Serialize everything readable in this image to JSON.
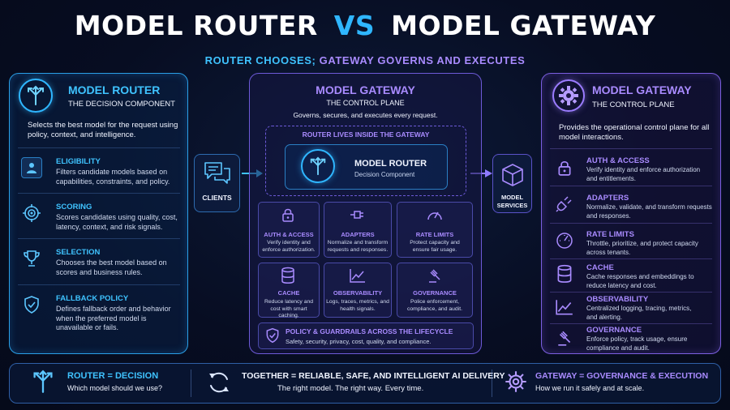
{
  "title": {
    "left": "MODEL ROUTER",
    "vs": "VS",
    "right": "MODEL GATEWAY"
  },
  "subtitle": {
    "a": "ROUTER CHOOSES;",
    "b": "GATEWAY GOVERNS AND EXECUTES"
  },
  "router": {
    "title": "MODEL ROUTER",
    "subtitle": "THE DECISION COMPONENT",
    "desc": "Selects the best model for the request using policy, context, and intelligence.",
    "items": [
      {
        "label": "ELIGIBILITY",
        "desc": "Filters candidate models based on capabilities, constraints, and policy.",
        "icon": "user-icon"
      },
      {
        "label": "SCORING",
        "desc": "Scores candidates using quality, cost, latency, context, and risk signals.",
        "icon": "target-icon"
      },
      {
        "label": "SELECTION",
        "desc": "Chooses the best model based on scores and business rules.",
        "icon": "trophy-icon"
      },
      {
        "label": "FALLBACK POLICY",
        "desc": "Defines fallback order and behavior when the preferred model is unavailable or fails.",
        "icon": "shield-check-icon"
      }
    ]
  },
  "clients": {
    "label": "CLIENTS"
  },
  "model_services": {
    "label1": "MODEL",
    "label2": "SERVICES"
  },
  "gateway_mid": {
    "title": "MODEL GATEWAY",
    "subtitle": "THE CONTROL PLANE",
    "desc": "Governs, secures, and executes every request.",
    "inner_label": "ROUTER LIVES INSIDE THE GATEWAY",
    "inner_title": "MODEL ROUTER",
    "inner_sub": "Decision Component",
    "cards": [
      {
        "label": "AUTH & ACCESS",
        "desc": "Verify identity and enforce authorization."
      },
      {
        "label": "ADAPTERS",
        "desc": "Normalize and transform requests and responses."
      },
      {
        "label": "RATE LIMITS",
        "desc": "Protect capacity and ensure fair usage."
      },
      {
        "label": "CACHE",
        "desc": "Reduce latency and cost with smart caching."
      },
      {
        "label": "OBSERVABILITY",
        "desc": "Logs, traces, metrics, and health signals."
      },
      {
        "label": "GOVERNANCE",
        "desc": "Police enforcement, compliance, and audit."
      }
    ],
    "policy_label": "POLICY & GUARDRAILS ACROSS THE LIFECYCLE",
    "policy_desc": "Safety, security, privacy, cost, quality, and compliance."
  },
  "gateway_right": {
    "title": "MODEL GATEWAY",
    "subtitle": "THE CONTROL PLANE",
    "desc": "Provides the operational control plane for all model interactions.",
    "items": [
      {
        "label": "AUTH & ACCESS",
        "desc": "Verify identity and enforce authorization and entitlements."
      },
      {
        "label": "ADAPTERS",
        "desc": "Normalize, validate, and transform requests and responses."
      },
      {
        "label": "RATE LIMITS",
        "desc": "Throttle, prioritize, and protect capacity across tenants."
      },
      {
        "label": "CACHE",
        "desc": "Cache responses and embeddings to reduce latency and cost."
      },
      {
        "label": "OBSERVABILITY",
        "desc": "Centralized logging, tracing, metrics, and alerting."
      },
      {
        "label": "GOVERNANCE",
        "desc": "Enforce policy, track usage, ensure compliance and audit."
      }
    ]
  },
  "bottom": {
    "left_title": "ROUTER = DECISION",
    "left_sub": "Which model should we use?",
    "mid_title": "TOGETHER = RELIABLE, SAFE, AND INTELLIGENT AI DELIVERY",
    "mid_sub": "The right model. The right way. Every time.",
    "right_title": "GATEWAY = GOVERNANCE & EXECUTION",
    "right_sub": "How we run it safely and at scale."
  },
  "colors": {
    "blue": "#3fc3ff",
    "purple": "#a98bff",
    "bg": "#070d22"
  }
}
